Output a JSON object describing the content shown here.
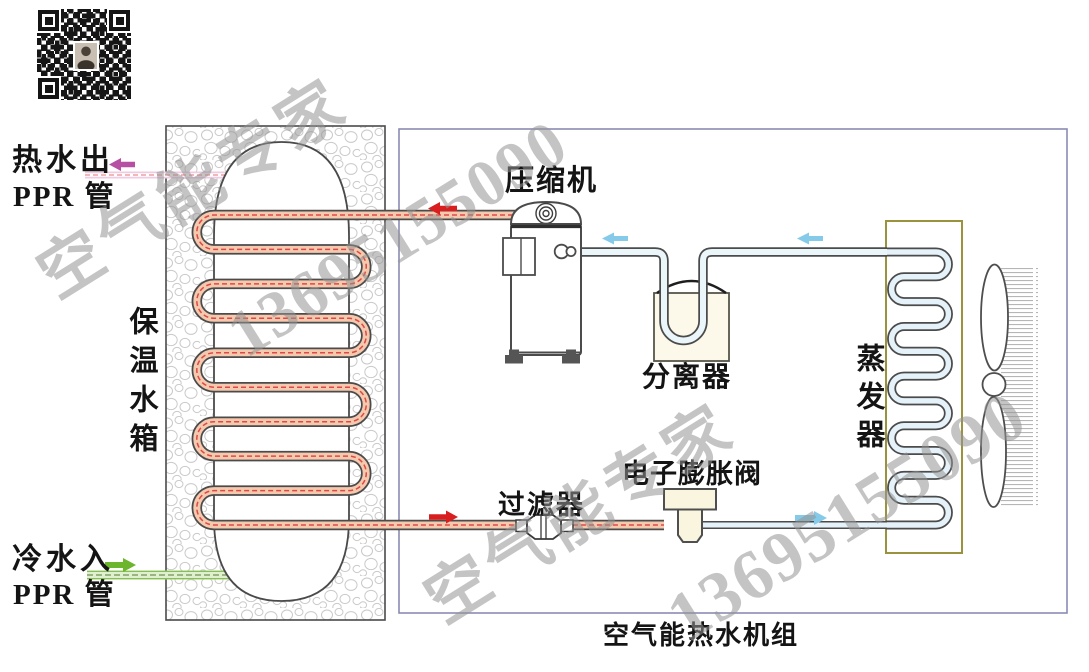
{
  "watermark": {
    "brand": "空气能专家",
    "phone": "13695155090"
  },
  "qr": {
    "icon": "qr-code",
    "avatar_icon": "person-avatar"
  },
  "tank": {
    "label": "保温水箱",
    "hot_water_out": "热水出",
    "hot_water_pipe": "PPR 管",
    "cold_water_in": "冷水入",
    "cold_water_pipe": "PPR 管"
  },
  "unit": {
    "title": "空气能热水机组",
    "compressor": "压缩机",
    "separator": "分离器",
    "evaporator": "蒸发器",
    "filter": "过滤器",
    "expansion_valve": "电子膨胀阀"
  },
  "colors": {
    "hot_line_fill": "#f4c9ae",
    "cold_line_fill": "#e6f2f9",
    "coil_center_dash": "#e04848",
    "hot_arrow": "#d81e1e",
    "cold_arrow": "#85cbe9",
    "hot_water_arrow": "#b650a2",
    "cold_water_arrow": "#6cb52d",
    "evaporator_frame": "#9b923e",
    "unit_border": "#8a8ab2"
  }
}
